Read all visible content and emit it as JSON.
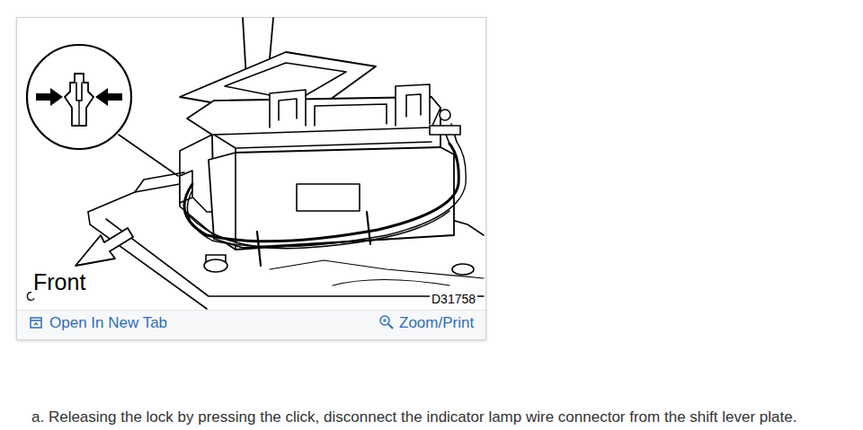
{
  "diagram": {
    "caption": "a. Releasing the lock by pressing the click, disconnect the indicator lamp wire connector from the shift lever plate.",
    "labels": [
      "C",
      "Front",
      "D31758",
      "Open In New Tab",
      "Zoom/Print"
    ]
  }
}
